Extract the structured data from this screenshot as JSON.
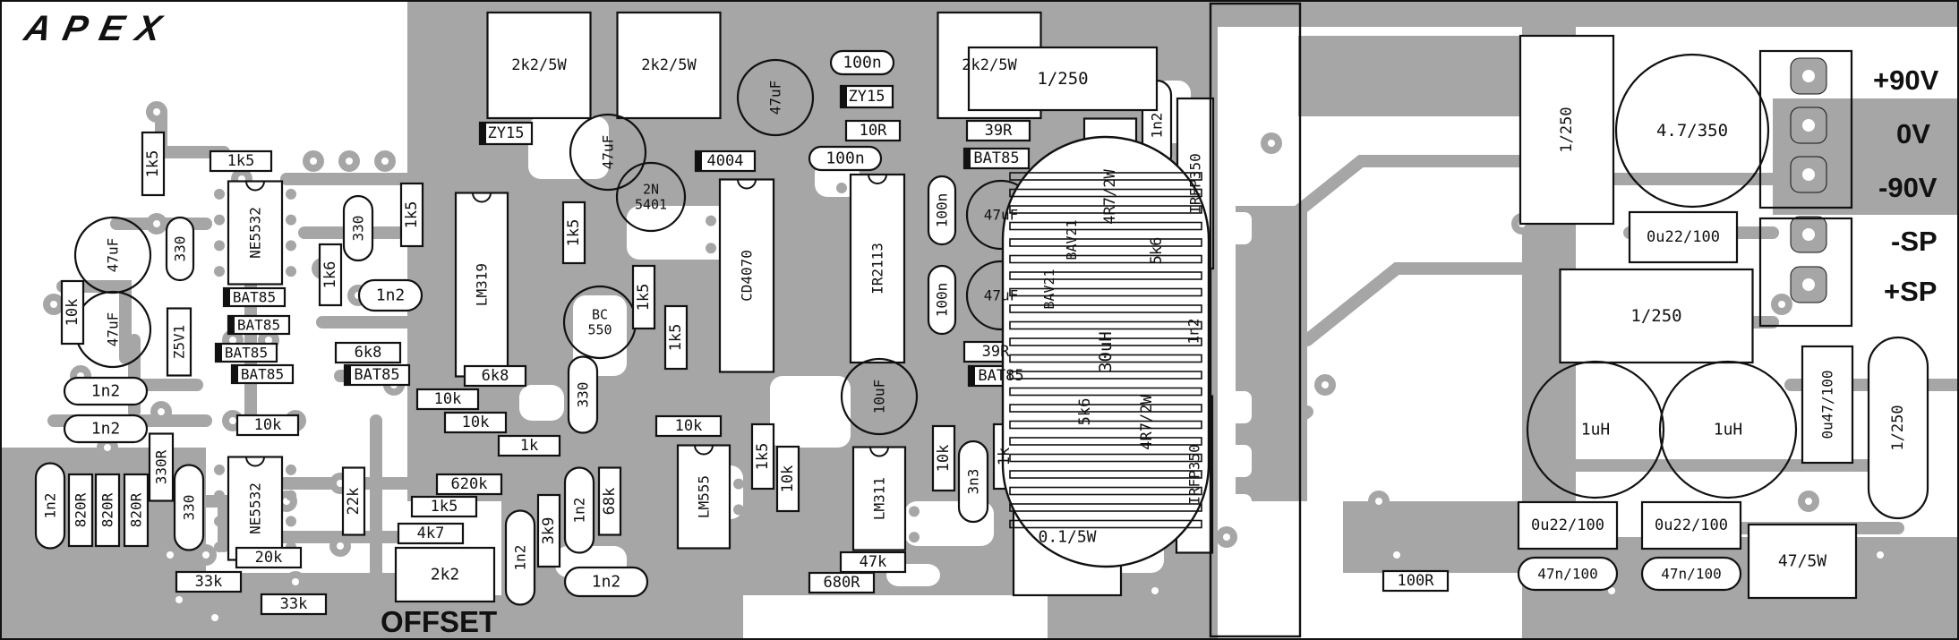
{
  "brand": "APEX",
  "colors": {
    "copper": "#a6a6a6",
    "board": "#ffffff",
    "outline": "#111111"
  },
  "connector_labels": [
    "+90V",
    "0V",
    "-90V",
    "-SP",
    "+SP"
  ],
  "offset_label": "OFFSET",
  "components": [
    {
      "id": "r-2k2-5w-1",
      "text": "2k2/5W",
      "vertical": false
    },
    {
      "id": "r-2k2-5w-2",
      "text": "2k2/5W",
      "vertical": false
    },
    {
      "id": "r-2k2-5w-3",
      "text": "2k2/5W",
      "vertical": false
    },
    {
      "id": "c-100n-1",
      "text": "100n",
      "vertical": false
    },
    {
      "id": "zd-zy15-1",
      "text": "ZY15",
      "vertical": false
    },
    {
      "id": "zd-zy15-2",
      "text": "ZY15",
      "vertical": false
    },
    {
      "id": "r-10r",
      "text": "10R",
      "vertical": false
    },
    {
      "id": "r-39r-1",
      "text": "39R",
      "vertical": false
    },
    {
      "id": "d-bat85-top",
      "text": "BAT85",
      "vertical": false
    },
    {
      "id": "c-100n-2",
      "text": "100n",
      "vertical": false
    },
    {
      "id": "d-4004",
      "text": "4004",
      "vertical": false
    },
    {
      "id": "c-47uf-1",
      "text": "47uF",
      "vertical": true
    },
    {
      "id": "c-47uf-2",
      "text": "47uF",
      "vertical": true
    },
    {
      "id": "t-2n5401",
      "text": "2N\n5401",
      "vertical": false
    },
    {
      "id": "r-1k5-top",
      "text": "1k5",
      "vertical": false
    },
    {
      "id": "r-1k5-left",
      "text": "1k5",
      "vertical": true
    },
    {
      "id": "ic-ne5532-1",
      "text": "NE5532",
      "vertical": true
    },
    {
      "id": "c-330-1",
      "text": "330",
      "vertical": true
    },
    {
      "id": "r-1k5-a",
      "text": "1k5",
      "vertical": true
    },
    {
      "id": "ic-lm319",
      "text": "LM319",
      "vertical": true
    },
    {
      "id": "r-1k5-b",
      "text": "1k5",
      "vertical": true
    },
    {
      "id": "c-47uf-3",
      "text": "47uF",
      "vertical": true
    },
    {
      "id": "c-47uf-4",
      "text": "47uF",
      "vertical": true
    },
    {
      "id": "r-10k-left",
      "text": "10k",
      "vertical": true
    },
    {
      "id": "c-330-2",
      "text": "330",
      "vertical": true
    },
    {
      "id": "r-1k6",
      "text": "1k6",
      "vertical": true
    },
    {
      "id": "c-1n2-a",
      "text": "1n2",
      "vertical": false
    },
    {
      "id": "d-bat85-a",
      "text": "BAT85",
      "vertical": false
    },
    {
      "id": "d-bat85-b",
      "text": "BAT85",
      "vertical": false
    },
    {
      "id": "d-bat85-c",
      "text": "BAT85",
      "vertical": false
    },
    {
      "id": "d-bat85-d",
      "text": "BAT85",
      "vertical": false
    },
    {
      "id": "zd-z5v1",
      "text": "Z5V1",
      "vertical": true
    },
    {
      "id": "r-6k8-1",
      "text": "6k8",
      "vertical": false
    },
    {
      "id": "d-bat85-e",
      "text": "BAT85",
      "vertical": false
    },
    {
      "id": "r-6k8-2",
      "text": "6k8",
      "vertical": false
    },
    {
      "id": "r-10k-a",
      "text": "10k",
      "vertical": false
    },
    {
      "id": "r-10k-b",
      "text": "10k",
      "vertical": false
    },
    {
      "id": "r-1k",
      "text": "1k",
      "vertical": false
    },
    {
      "id": "t-bc550",
      "text": "BC\n550",
      "vertical": false
    },
    {
      "id": "r-1k5-c",
      "text": "1k5",
      "vertical": true
    },
    {
      "id": "r-1k5-d",
      "text": "1k5",
      "vertical": true
    },
    {
      "id": "c-330-3",
      "text": "330",
      "vertical": true
    },
    {
      "id": "ic-cd4070",
      "text": "CD4070",
      "vertical": true
    },
    {
      "id": "ic-ir2113",
      "text": "IR2113",
      "vertical": true
    },
    {
      "id": "c-100n-3",
      "text": "100n",
      "vertical": true
    },
    {
      "id": "c-100n-4",
      "text": "100n",
      "vertical": true
    },
    {
      "id": "c-47uf-5",
      "text": "47uF",
      "vertical": false
    },
    {
      "id": "c-47uf-6",
      "text": "47uF",
      "vertical": false
    },
    {
      "id": "d-bav21-1",
      "text": "BAV21",
      "vertical": true
    },
    {
      "id": "d-bav21-2",
      "text": "BAV21",
      "vertical": true
    },
    {
      "id": "r-4r7-2w-1",
      "text": "4R7/2W",
      "vertical": true
    },
    {
      "id": "c-1n2-b",
      "text": "1n2",
      "vertical": true
    },
    {
      "id": "r-5k6-1",
      "text": "5k6",
      "vertical": true
    },
    {
      "id": "q-irfp350-1",
      "text": "IRFP350",
      "vertical": true
    },
    {
      "id": "r-39r-2",
      "text": "39R",
      "vertical": false
    },
    {
      "id": "d-bat85-f",
      "text": "BAT85",
      "vertical": false
    },
    {
      "id": "c-1n2-c",
      "text": "1n2",
      "vertical": true
    },
    {
      "id": "r-5k6-2",
      "text": "5k6",
      "vertical": true
    },
    {
      "id": "r-4r7-2w-2",
      "text": "4R7/2W",
      "vertical": true
    },
    {
      "id": "q-irfp350-2",
      "text": "IRFP350",
      "vertical": true
    },
    {
      "id": "c-10uf",
      "text": "10uF",
      "vertical": true
    },
    {
      "id": "c-1n2-d",
      "text": "1n2",
      "vertical": false
    },
    {
      "id": "c-1n2-e",
      "text": "1n2",
      "vertical": false
    },
    {
      "id": "r-10k-c",
      "text": "10k",
      "vertical": false
    },
    {
      "id": "r-330r",
      "text": "330R",
      "vertical": true
    },
    {
      "id": "ic-ne5532-2",
      "text": "NE5532",
      "vertical": true
    },
    {
      "id": "c-1n2-f",
      "text": "1n2",
      "vertical": true
    },
    {
      "id": "r-820r-1",
      "text": "820R",
      "vertical": true
    },
    {
      "id": "r-820r-2",
      "text": "820R",
      "vertical": true
    },
    {
      "id": "r-820r-3",
      "text": "820R",
      "vertical": true
    },
    {
      "id": "c-330-4",
      "text": "330",
      "vertical": true
    },
    {
      "id": "r-22k",
      "text": "22k",
      "vertical": true
    },
    {
      "id": "r-20k",
      "text": "20k",
      "vertical": false
    },
    {
      "id": "r-33k-1",
      "text": "33k",
      "vertical": false
    },
    {
      "id": "r-33k-2",
      "text": "33k",
      "vertical": false
    },
    {
      "id": "r-620k",
      "text": "620k",
      "vertical": false
    },
    {
      "id": "r-1k5-e",
      "text": "1k5",
      "vertical": false
    },
    {
      "id": "r-4k7",
      "text": "4k7",
      "vertical": false
    },
    {
      "id": "pot-2k2",
      "text": "2k2",
      "vertical": false
    },
    {
      "id": "c-1n2-g",
      "text": "1n2",
      "vertical": true
    },
    {
      "id": "r-3k9",
      "text": "3k9",
      "vertical": true
    },
    {
      "id": "c-1n2-h",
      "text": "1n2",
      "vertical": true
    },
    {
      "id": "r-68k",
      "text": "68k",
      "vertical": true
    },
    {
      "id": "c-1n2-i",
      "text": "1n2",
      "vertical": false
    },
    {
      "id": "r-10k-d",
      "text": "10k",
      "vertical": false
    },
    {
      "id": "ic-lm555",
      "text": "LM555",
      "vertical": true
    },
    {
      "id": "r-1k5-f",
      "text": "1k5",
      "vertical": true
    },
    {
      "id": "r-10k-e",
      "text": "10k",
      "vertical": true
    },
    {
      "id": "ic-lm311",
      "text": "LM311",
      "vertical": true
    },
    {
      "id": "r-10k-f",
      "text": "10k",
      "vertical": true
    },
    {
      "id": "c-3n3",
      "text": "3n3",
      "vertical": true
    },
    {
      "id": "r-1k-b",
      "text": "1k",
      "vertical": true
    },
    {
      "id": "r-47k",
      "text": "47k",
      "vertical": false
    },
    {
      "id": "r-680r",
      "text": "680R",
      "vertical": false
    },
    {
      "id": "r-0-1-5w",
      "text": "0.1/5W",
      "vertical": false
    },
    {
      "id": "c-1-250-1",
      "text": "1/250",
      "vertical": false
    },
    {
      "id": "l-30uh",
      "text": "30uH",
      "vertical": true
    },
    {
      "id": "c-1-250-2",
      "text": "1/250",
      "vertical": true
    },
    {
      "id": "c-4-7-350",
      "text": "4.7/350",
      "vertical": false
    },
    {
      "id": "c-0u22-100-1",
      "text": "0u22/100",
      "vertical": false
    },
    {
      "id": "c-1-250-3",
      "text": "1/250",
      "vertical": false
    },
    {
      "id": "l-1uh-1",
      "text": "1uH",
      "vertical": false
    },
    {
      "id": "l-1uh-2",
      "text": "1uH",
      "vertical": false
    },
    {
      "id": "c-0u47-100",
      "text": "0u47/100",
      "vertical": true
    },
    {
      "id": "c-1-250-4",
      "text": "1/250",
      "vertical": true
    },
    {
      "id": "c-0u22-100-2",
      "text": "0u22/100",
      "vertical": false
    },
    {
      "id": "c-0u22-100-3",
      "text": "0u22/100",
      "vertical": false
    },
    {
      "id": "c-47n-100-1",
      "text": "47n/100",
      "vertical": false
    },
    {
      "id": "c-47n-100-2",
      "text": "47n/100",
      "vertical": false
    },
    {
      "id": "r-47-5w",
      "text": "47/5W",
      "vertical": false
    },
    {
      "id": "r-100r",
      "text": "100R",
      "vertical": false
    }
  ]
}
